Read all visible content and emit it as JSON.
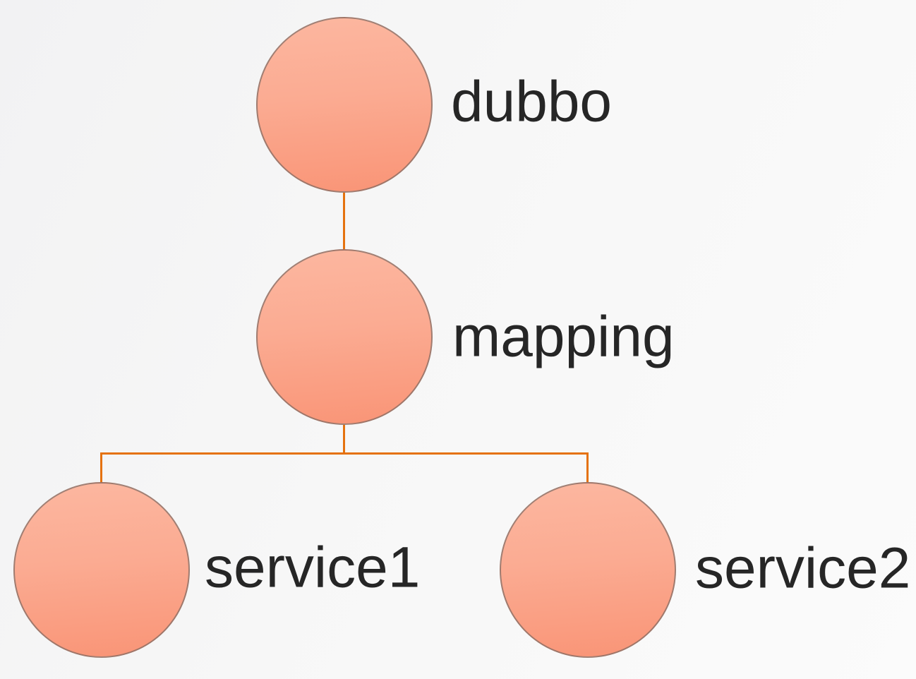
{
  "diagram": {
    "type": "tree",
    "nodes": [
      {
        "id": "dubbo",
        "label": "dubbo",
        "shape": "circle"
      },
      {
        "id": "mapping",
        "label": "mapping",
        "shape": "circle"
      },
      {
        "id": "service1",
        "label": "service1",
        "shape": "circle"
      },
      {
        "id": "service2",
        "label": "service2",
        "shape": "circle"
      }
    ],
    "edges": [
      {
        "from": "dubbo",
        "to": "mapping"
      },
      {
        "from": "mapping",
        "to": "service1"
      },
      {
        "from": "mapping",
        "to": "service2"
      }
    ],
    "colors": {
      "node_fill_top": "#fcb7a0",
      "node_fill_bottom": "#f99476",
      "node_border": "#6e645f",
      "edge": "#e5720f",
      "label_text": "#262626",
      "background": "#f7f7f7"
    }
  }
}
